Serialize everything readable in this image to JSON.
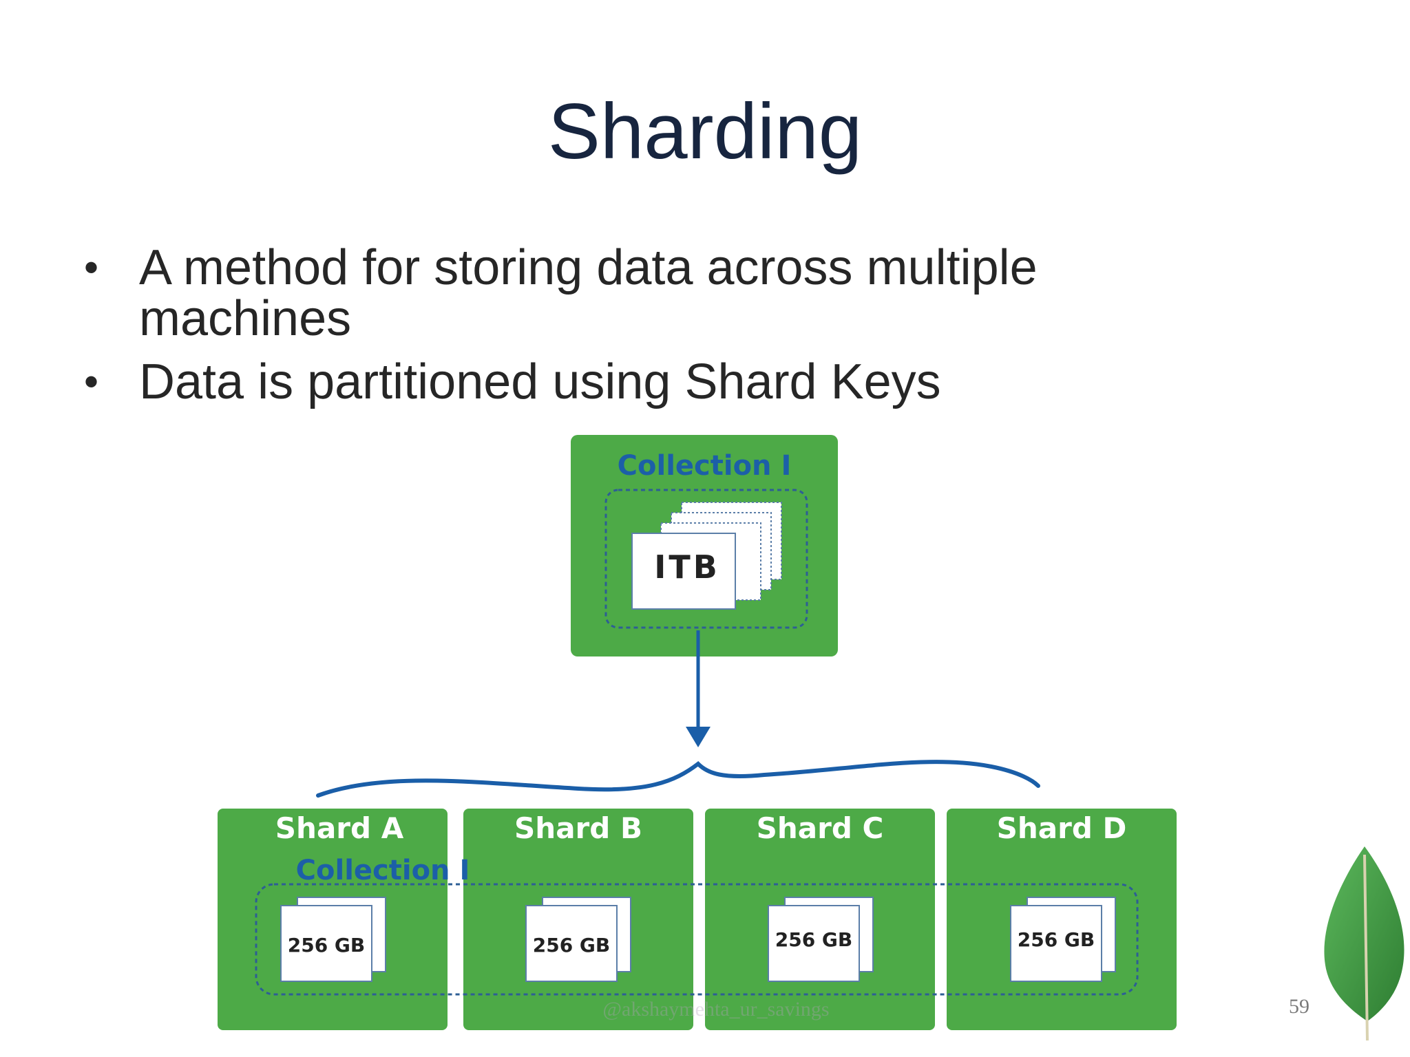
{
  "slide": {
    "title": "Sharding",
    "bullets": [
      "A method for storing data across multiple machines",
      "Data is partitioned using Shard Keys"
    ],
    "page_number": "59",
    "watermark": "@akshaymehta_ur_savings"
  },
  "diagram": {
    "top_box": {
      "label": "Collection I",
      "doc_label": "ITB"
    },
    "collection_label": "Collection I",
    "shards": [
      {
        "name": "Shard A",
        "doc_label": "256 GB"
      },
      {
        "name": "Shard B",
        "doc_label": "256 GB"
      },
      {
        "name": "Shard C",
        "doc_label": "256 GB"
      },
      {
        "name": "Shard D",
        "doc_label": "256 GB"
      }
    ]
  },
  "colors": {
    "title": "#17253f",
    "body_text": "#262626",
    "box_green": "#4daa47",
    "label_blue": "#1c5fa8",
    "arrow_blue": "#1a5ea8",
    "leaf_green": "#3b9a3c"
  },
  "icons": {
    "logo": "leaf-logo-icon"
  }
}
